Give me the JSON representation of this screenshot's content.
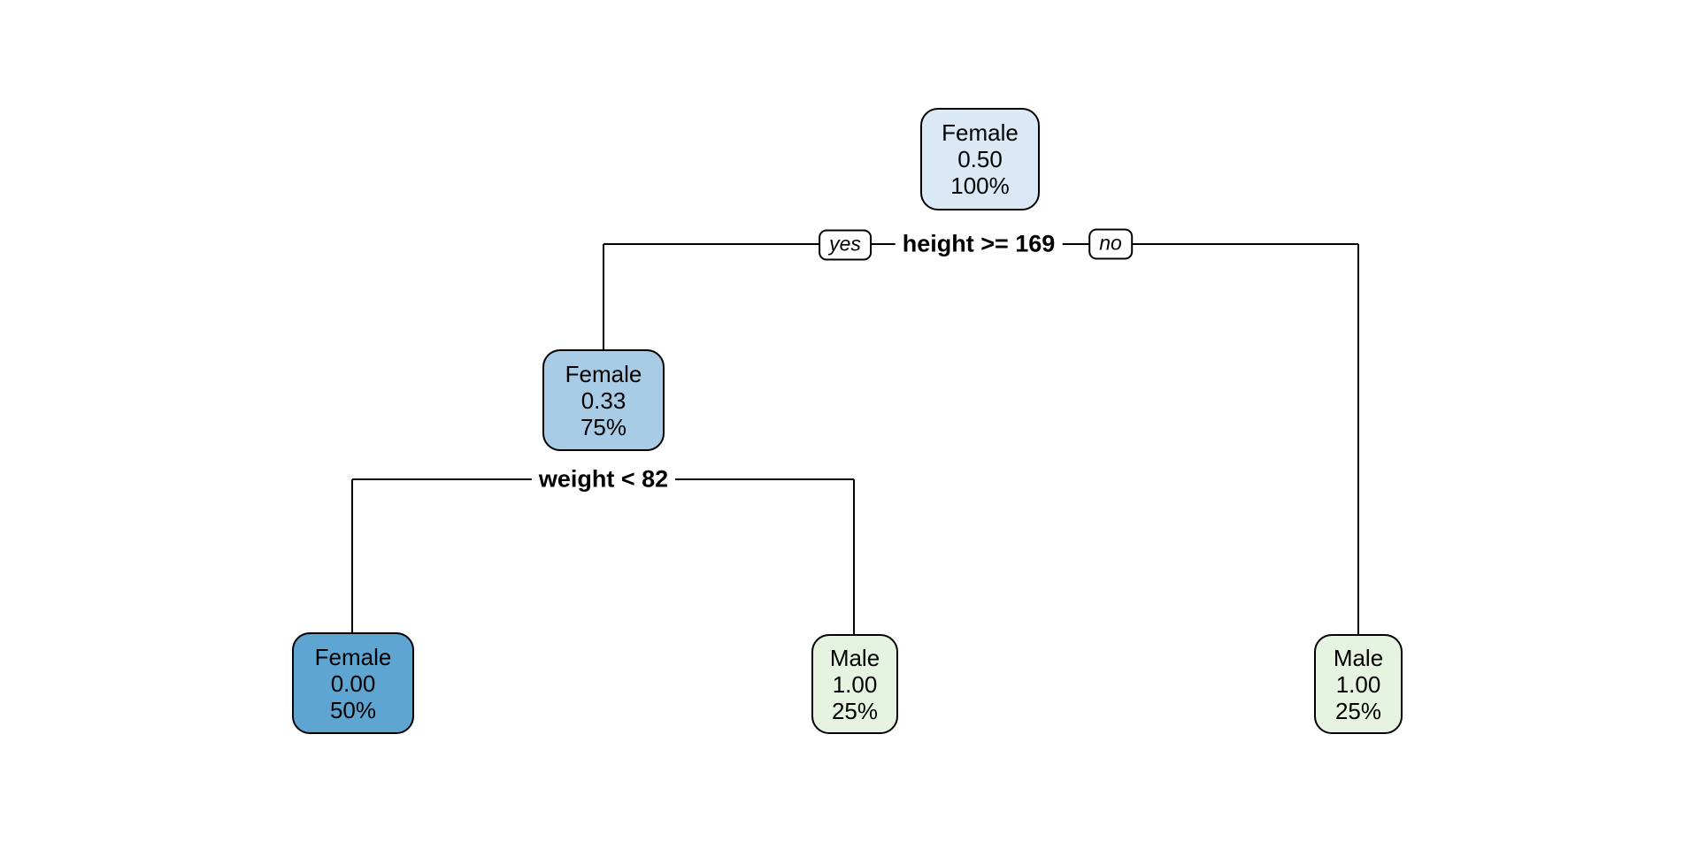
{
  "tree": {
    "root": {
      "class_label": "Female",
      "probability": "0.50",
      "coverage": "100%",
      "fill": "#dbe9f6"
    },
    "root_split": {
      "label": "height >= 169",
      "yes": "yes",
      "no": "no"
    },
    "internal_left": {
      "class_label": "Female",
      "probability": "0.33",
      "coverage": "75%",
      "fill": "#a8cce6"
    },
    "left_split": {
      "label": "weight < 82"
    },
    "leaf_left": {
      "class_label": "Female",
      "probability": "0.00",
      "coverage": "50%",
      "fill": "#5fa5d1"
    },
    "leaf_middle": {
      "class_label": "Male",
      "probability": "1.00",
      "coverage": "25%",
      "fill": "#e7f3e1"
    },
    "leaf_right": {
      "class_label": "Male",
      "probability": "1.00",
      "coverage": "25%",
      "fill": "#e7f3e1"
    }
  },
  "colors": {
    "branch": "#000000",
    "node_border": "#000000",
    "background": "#ffffff",
    "female_light": "#dbe9f6",
    "female_medium": "#a8cce6",
    "female_dark": "#5fa5d1",
    "male_light": "#e7f3e1"
  }
}
